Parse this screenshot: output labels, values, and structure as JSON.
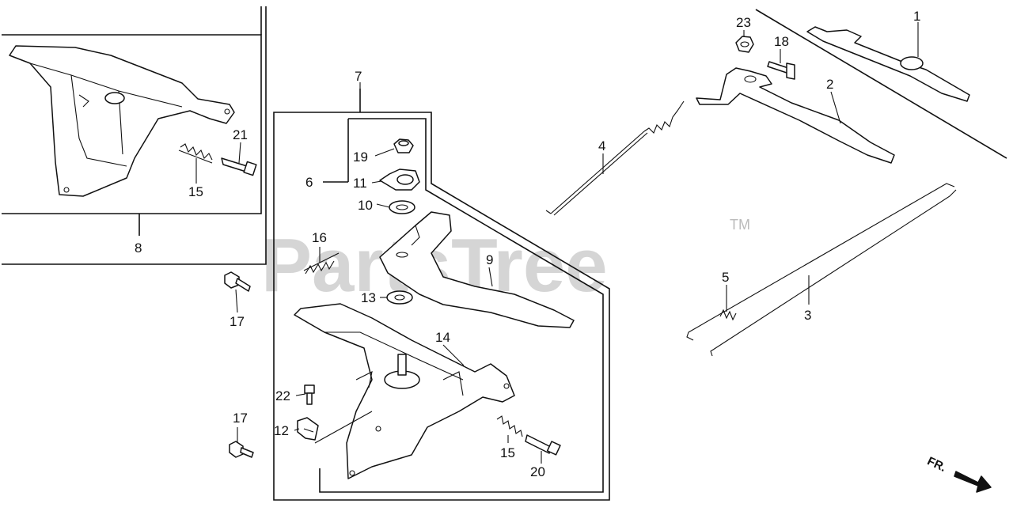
{
  "watermark": {
    "text": "PartsTree",
    "trademark": "TM"
  },
  "direction_indicator": {
    "label": "FR."
  },
  "callouts": [
    {
      "id": "c1",
      "label": "1"
    },
    {
      "id": "c2",
      "label": "2"
    },
    {
      "id": "c3",
      "label": "3"
    },
    {
      "id": "c4",
      "label": "4"
    },
    {
      "id": "c5",
      "label": "5"
    },
    {
      "id": "c6",
      "label": "6"
    },
    {
      "id": "c7",
      "label": "7"
    },
    {
      "id": "c8",
      "label": "8"
    },
    {
      "id": "c9",
      "label": "9"
    },
    {
      "id": "c10",
      "label": "10"
    },
    {
      "id": "c11",
      "label": "11"
    },
    {
      "id": "c12",
      "label": "12"
    },
    {
      "id": "c13",
      "label": "13"
    },
    {
      "id": "c14",
      "label": "14"
    },
    {
      "id": "c15a",
      "label": "15"
    },
    {
      "id": "c15b",
      "label": "15"
    },
    {
      "id": "c16",
      "label": "16"
    },
    {
      "id": "c17a",
      "label": "17"
    },
    {
      "id": "c17b",
      "label": "17"
    },
    {
      "id": "c18",
      "label": "18"
    },
    {
      "id": "c19",
      "label": "19"
    },
    {
      "id": "c20",
      "label": "20"
    },
    {
      "id": "c21",
      "label": "21"
    },
    {
      "id": "c22",
      "label": "22"
    },
    {
      "id": "c23",
      "label": "23"
    }
  ]
}
